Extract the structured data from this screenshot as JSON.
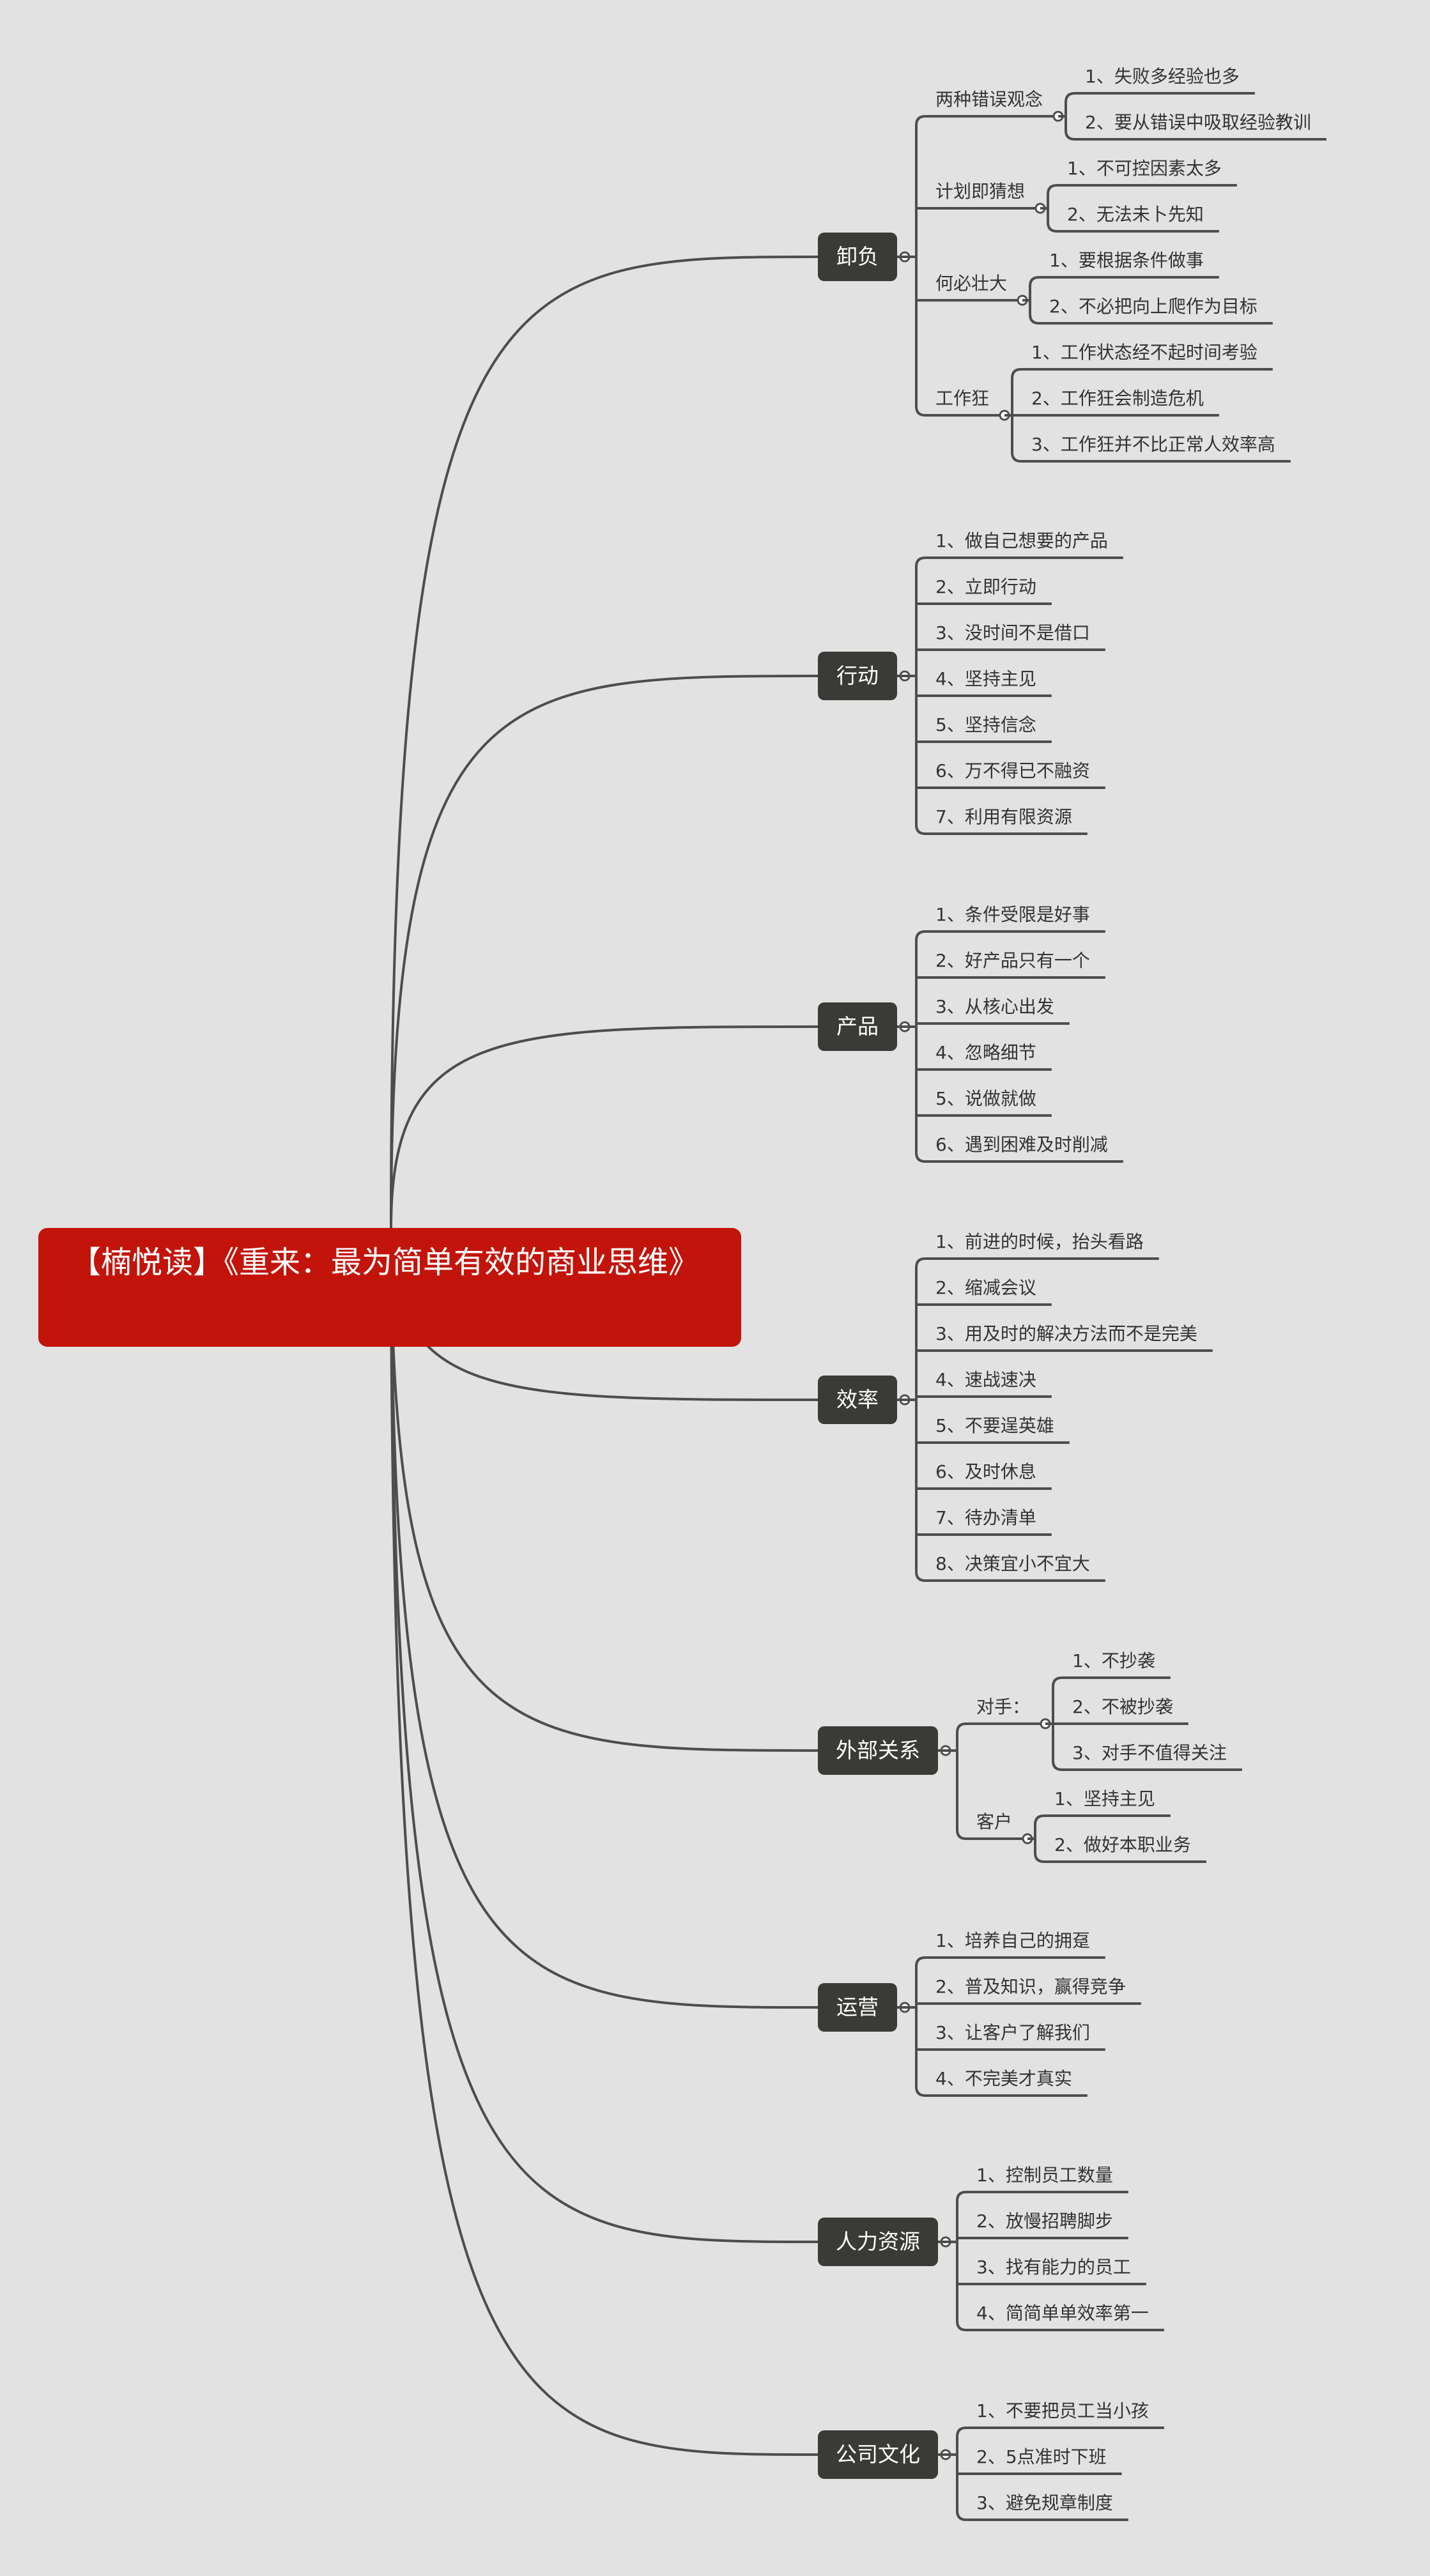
{
  "root": {
    "title": "【楠悦读】《重来：最为简单有效的商业思维》"
  },
  "branches": [
    {
      "label": "卸负",
      "groups": [
        {
          "label": "两种错误观念",
          "items": [
            "1、失败多经验也多",
            "2、要从错误中吸取经验教训"
          ]
        },
        {
          "label": "计划即猜想",
          "items": [
            "1、不可控因素太多",
            "2、无法未卜先知"
          ]
        },
        {
          "label": "何必壮大",
          "items": [
            "1、要根据条件做事",
            "2、不必把向上爬作为目标"
          ]
        },
        {
          "label": "工作狂",
          "items": [
            "1、工作状态经不起时间考验",
            "2、工作狂会制造危机",
            "3、工作狂并不比正常人效率高"
          ]
        }
      ]
    },
    {
      "label": "行动",
      "items": [
        "1、做自己想要的产品",
        "2、立即行动",
        "3、没时间不是借口",
        "4、坚持主见",
        "5、坚持信念",
        "6、万不得已不融资",
        "7、利用有限资源"
      ]
    },
    {
      "label": "产品",
      "items": [
        "1、条件受限是好事",
        "2、好产品只有一个",
        "3、从核心出发",
        "4、忽略细节",
        "5、说做就做",
        "6、遇到困难及时削减"
      ]
    },
    {
      "label": "效率",
      "items": [
        "1、前进的时候，抬头看路",
        "2、缩减会议",
        "3、用及时的解决方法而不是完美",
        "4、速战速决",
        "5、不要逞英雄",
        "6、及时休息",
        "7、待办清单",
        "8、决策宜小不宜大"
      ]
    },
    {
      "label": "外部关系",
      "groups": [
        {
          "label": "对手：",
          "items": [
            "1、不抄袭",
            "2、不被抄袭",
            "3、对手不值得关注"
          ]
        },
        {
          "label": "客户",
          "items": [
            "1、坚持主见",
            "2、做好本职业务"
          ]
        }
      ]
    },
    {
      "label": "运营",
      "items": [
        "1、培养自己的拥趸",
        "2、普及知识，赢得竞争",
        "3、让客户了解我们",
        "4、不完美才真实"
      ]
    },
    {
      "label": "人力资源",
      "items": [
        "1、控制员工数量",
        "2、放慢招聘脚步",
        "3、找有能力的员工",
        "4、简简单单效率第一"
      ]
    },
    {
      "label": "公司文化",
      "items": [
        "1、不要把员工当小孩",
        "2、5点准时下班",
        "3、避免规章制度"
      ]
    }
  ],
  "colors": {
    "root": "#c3140b",
    "branch": "#3a3a36",
    "line": "#4d4d4d",
    "background": "#e2e2e2"
  }
}
